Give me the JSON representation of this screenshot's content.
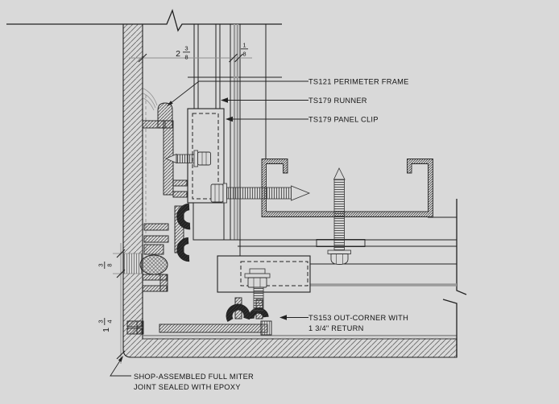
{
  "background": "#d9d9d9",
  "colors": {
    "line": "#1c1c1c",
    "gray_line": "#8f8f8f",
    "thick_gray": "#9a9a9a",
    "hatch": "#4f4f4f"
  },
  "callouts": {
    "perimeter_frame": "TS121 PERIMETER FRAME",
    "runner": "TS179 RUNNER",
    "panel_clip": "TS179 PANEL CLIP",
    "out_corner_line1": "TS153 OUT-CORNER WITH",
    "out_corner_line2": "1 3/4\" RETURN"
  },
  "note": {
    "line1": "SHOP-ASSEMBLED FULL MITER",
    "line2": "JOINT SEALED WITH EPOXY"
  },
  "dimensions": {
    "top_main": {
      "whole": "2",
      "num": "3",
      "den": "8"
    },
    "top_joint": {
      "num": "1",
      "den": "8"
    },
    "left_joint": {
      "num": "3",
      "den": "8"
    },
    "left_return": {
      "whole": "1",
      "num": "3",
      "den": "4"
    }
  }
}
